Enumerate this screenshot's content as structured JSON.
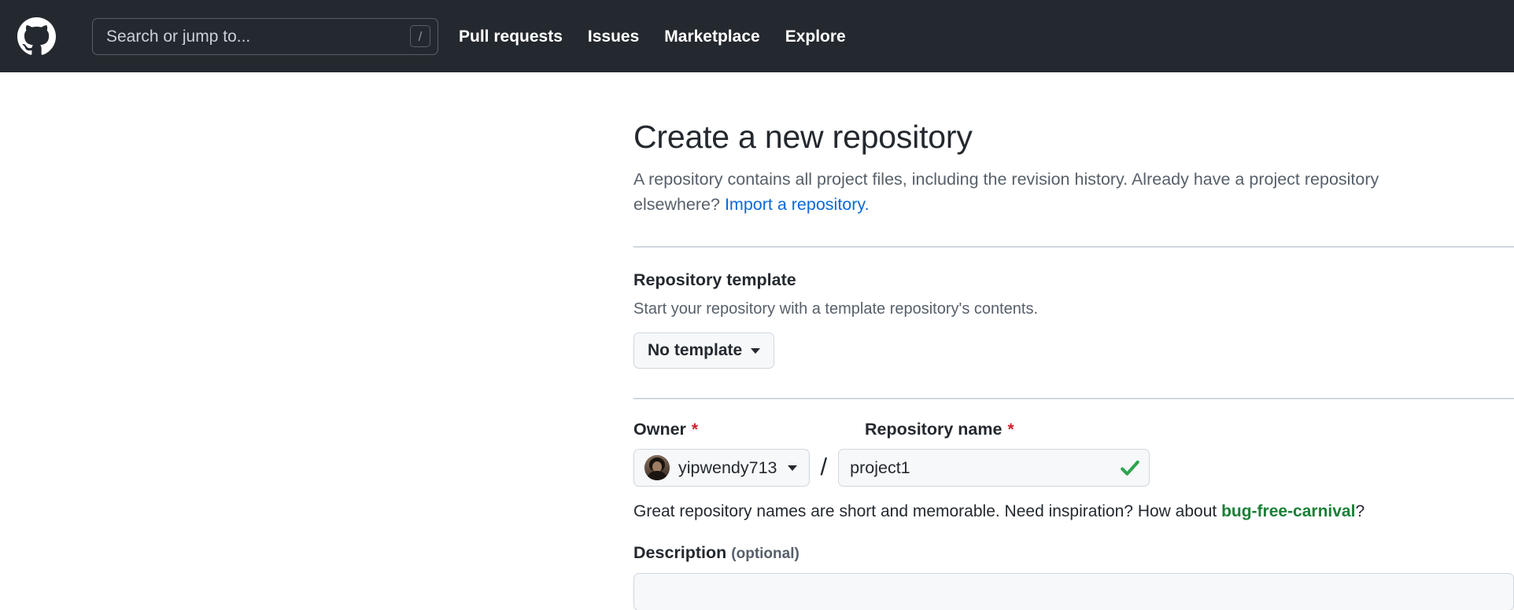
{
  "header": {
    "logo_icon": "github-mark-icon",
    "search": {
      "placeholder": "Search or jump to...",
      "shortcut_key": "/"
    },
    "nav": [
      {
        "label": "Pull requests"
      },
      {
        "label": "Issues"
      },
      {
        "label": "Marketplace"
      },
      {
        "label": "Explore"
      }
    ],
    "background_color": "#24292f"
  },
  "main": {
    "title": "Create a new repository",
    "subtitle_part1": "A repository contains all project files, including the revision history. Already have a project repository elsewhere? ",
    "subtitle_link": "Import a repository.",
    "template_section": {
      "label": "Repository template",
      "help": "Start your repository with a template repository's contents.",
      "button_label": "No template"
    },
    "owner_field": {
      "label": "Owner",
      "required_marker": "*",
      "selected_owner": "yipwendy713",
      "avatar_icon": "user-avatar"
    },
    "separator": "/",
    "repo_name_field": {
      "label": "Repository name",
      "required_marker": "*",
      "value": "project1",
      "placeholder": "",
      "valid_icon": "check-icon",
      "valid_color": "#2da44e"
    },
    "name_hint": {
      "text_before": "Great repository names are short and memorable. Need inspiration? How about ",
      "suggestion": "bug-free-carnival",
      "text_after": "?"
    },
    "description_field": {
      "label": "Description",
      "optional_tag": "(optional)",
      "value": "",
      "placeholder": ""
    }
  },
  "colors": {
    "header_bg": "#24292f",
    "page_bg": "#ffffff",
    "text_primary": "#24292f",
    "text_muted": "#57606a",
    "link_blue": "#0969da",
    "link_green": "#1a7f37",
    "required_red": "#cf222e",
    "border": "#d0d7de",
    "input_bg": "#f6f8fa"
  }
}
